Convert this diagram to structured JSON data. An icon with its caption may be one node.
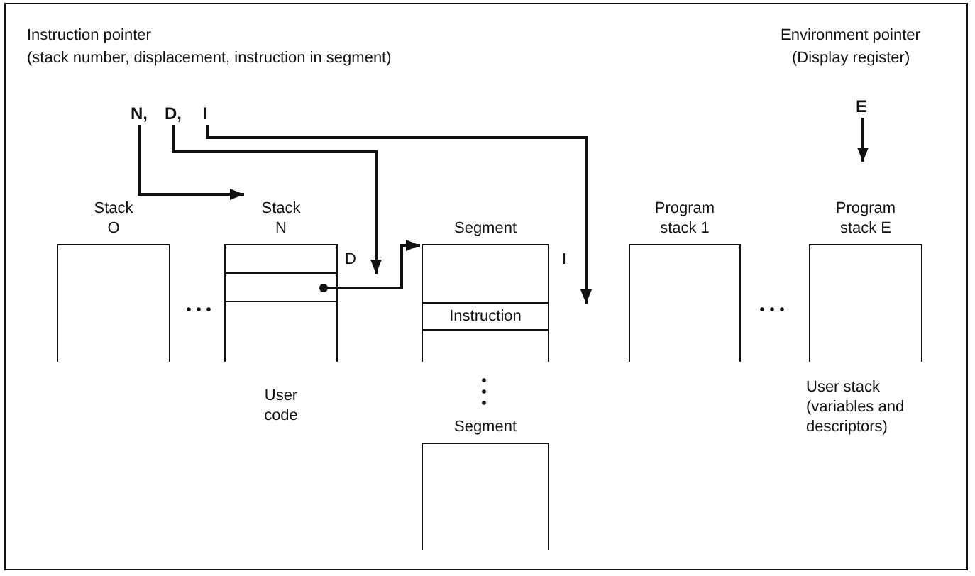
{
  "diagram": {
    "nodes": [
      {
        "text": [
          "N,"
        ]
      },
      {
        "text": [
          "D,"
        ]
      },
      {
        "text": [
          "I"
        ]
      },
      {
        "text": [
          "E"
        ]
      },
      {
        "text": [
          "Stack O"
        ]
      },
      {
        "text": [
          "Stack N"
        ],
        "beside": [
          "User code"
        ]
      },
      {
        "text": [],
        "shape": "box",
        "in": 5,
        "beside": [
          "D"
        ]
      },
      {
        "text": [],
        "shape": "box",
        "in": 5
      },
      {
        "text": [
          "Segment"
        ],
        "beside": [
          "I"
        ]
      },
      {
        "text": [
          "Instruction"
        ],
        "in": 8
      },
      {
        "text": [
          "Program stack 1"
        ]
      },
      {
        "text": [
          "Program stack E"
        ],
        "beside": [
          "User stack (variables and descriptors)"
        ]
      },
      {
        "text": [
          "Segment"
        ]
      }
    ],
    "edges": [
      {
        "from": 0,
        "to": 5,
        "arrow": "to"
      },
      {
        "from": 1,
        "to": 6,
        "arrow": "to"
      },
      {
        "from": 2,
        "to": 8,
        "arrow": "to"
      },
      {
        "from": 7,
        "to": 8,
        "arrow": "to"
      },
      {
        "from": 3,
        "to": 11,
        "arrow": "to"
      }
    ],
    "labels": [
      "Instruction pointer",
      "(stack number, displacement, instruction in segment)",
      "Environment pointer",
      "(Display register)"
    ]
  }
}
